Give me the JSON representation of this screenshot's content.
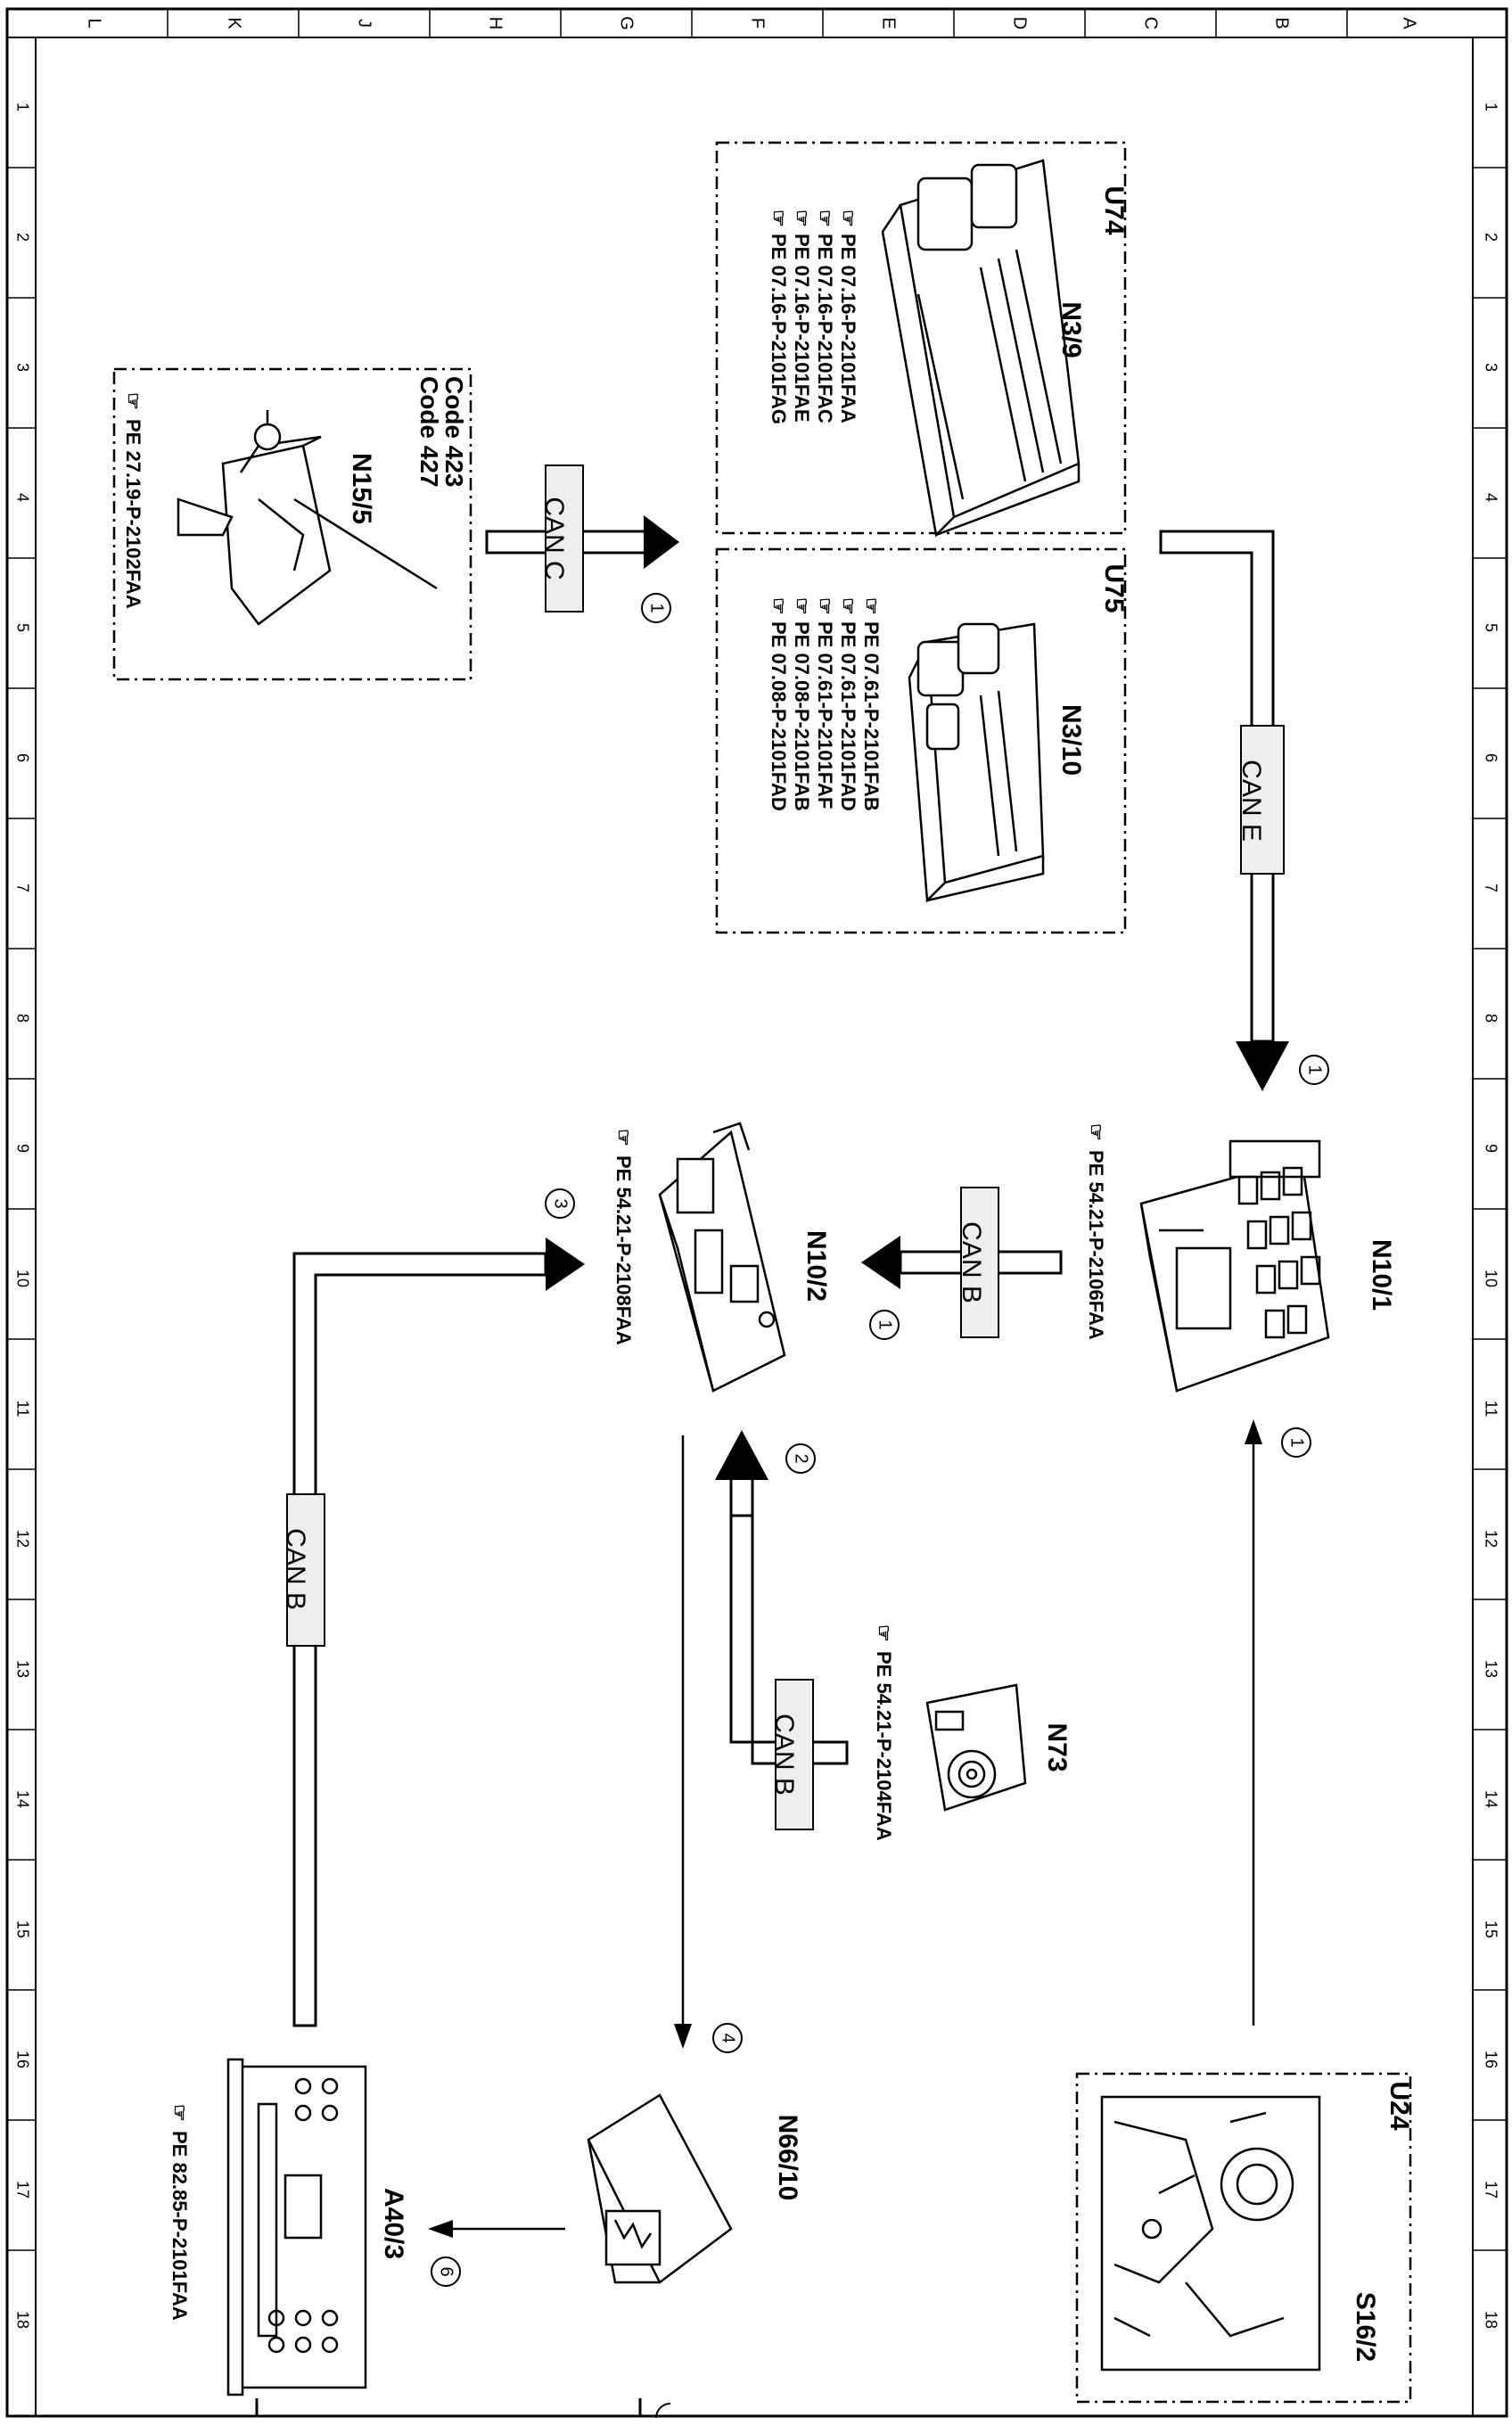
{
  "frame": {
    "col_letters": [
      "L",
      "K",
      "J",
      "H",
      "G",
      "F",
      "E",
      "D",
      "C",
      "B",
      "A"
    ],
    "row_numbers": [
      "1",
      "2",
      "3",
      "4",
      "5",
      "6",
      "7",
      "8",
      "9",
      "10",
      "11",
      "12",
      "13",
      "14",
      "15",
      "16",
      "17",
      "18"
    ]
  },
  "groups": {
    "u74": "U74",
    "u75": "U75",
    "u24": "U24"
  },
  "components": {
    "n3_9": {
      "name": "N3/9",
      "refs": [
        "PE 07.16-P-2101FAA",
        "PE 07.16-P-2101FAC",
        "PE 07.16-P-2101FAE",
        "PE 07.16-P-2101FAG"
      ]
    },
    "n3_10": {
      "name": "N3/10",
      "refs": [
        "PE 07.61-P-2101FAB",
        "PE 07.61-P-2101FAD",
        "PE 07.61-P-2101FAF",
        "PE 07.08-P-2101FAB",
        "PE 07.08-P-2101FAD"
      ]
    },
    "n15_5": {
      "name": "N15/5",
      "codes": [
        "Code 423",
        "Code 427"
      ],
      "ref": "PE 27.19-P-2102FAA"
    },
    "n10_1": {
      "name": "N10/1",
      "ref": "PE 54.21-P-2106FAA"
    },
    "n10_2": {
      "name": "N10/2",
      "ref": "PE 54.21-P-2108FAA"
    },
    "n73": {
      "name": "N73",
      "ref": "PE 54.21-P-2104FAA"
    },
    "n66_10": {
      "name": "N66/10"
    },
    "a40_3": {
      "name": "A40/3",
      "ref": "PE 82.85-P-2101FAA"
    },
    "s16_2": {
      "name": "S16/2"
    }
  },
  "bus_labels": {
    "can_c": "CAN C",
    "can_e": "CAN E",
    "can_b_n10": "CAN B",
    "can_b_n73": "CAN B",
    "can_b_a40": "CAN B"
  },
  "step_markers": {
    "m1_canc": "1",
    "m1_cane": "1",
    "m1_canb": "1",
    "m1_s16": "1",
    "m2_n73": "2",
    "m3_a40": "3",
    "m4_n66": "4",
    "m6_a40": "6"
  },
  "colors": {
    "line": "#000000",
    "background": "#ffffff",
    "label_box": "#eeeeee"
  }
}
